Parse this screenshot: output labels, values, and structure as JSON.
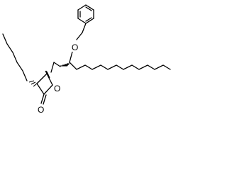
{
  "molecule": {
    "atoms": {
      "ether_oxygen": "O",
      "ring_oxygen": "O",
      "carbonyl_oxygen": "O"
    }
  },
  "colors": {
    "background": "#ffffff",
    "bond": "#000000",
    "label": "#000000"
  }
}
